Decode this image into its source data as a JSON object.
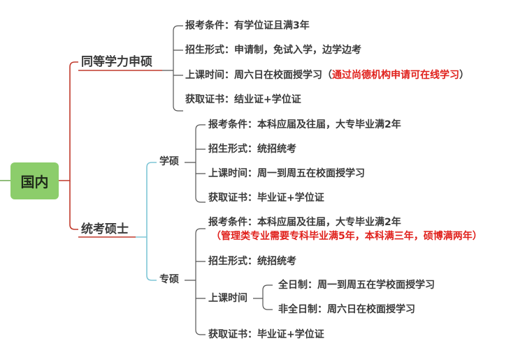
{
  "root": {
    "label": "国内"
  },
  "colors": {
    "root_fill": "#8ccd6b",
    "branch_red": "#c0392b",
    "branch_teal": "#7fc6d6",
    "line_gray": "#555555",
    "highlight_red": "#e0201b"
  },
  "branch1": {
    "label": "同等学力申硕",
    "items": [
      {
        "text": "报考条件：有学位证且满3年"
      },
      {
        "text": "招生形式：申请制，免试入学，边学边考"
      },
      {
        "text": "上课时间：周六日在校面授学习",
        "note_open": "（",
        "note": "通过尚德机构申请可在线学习",
        "note_close": "）"
      },
      {
        "text": "获取证书：结业证+学位证"
      }
    ]
  },
  "branch2": {
    "label": "统考硕士",
    "xueshuo": {
      "label": "学硕",
      "items": [
        {
          "text": "报考条件：本科应届及往届，大专毕业满2年"
        },
        {
          "text": "招生形式：统招统考"
        },
        {
          "text": "上课时间：周一到周五在校面授学习"
        },
        {
          "text": "获取证书：毕业证+学位证"
        }
      ]
    },
    "zhuanshuo": {
      "label": "专硕",
      "exam": {
        "text": "报考条件：本科应届及往届，大专毕业满2年",
        "note": "（管理类专业需要专科毕业满5年，本科满三年，硕博满两年）"
      },
      "recruit": {
        "text": "招生形式：统招统考"
      },
      "schedule": {
        "label": "上课时间",
        "full": "全日制：周一到周五在学校面授学习",
        "part": "非全日制：周六日在校面授学习"
      },
      "cert": {
        "text": "获取证书：毕业证+学位证"
      }
    }
  }
}
